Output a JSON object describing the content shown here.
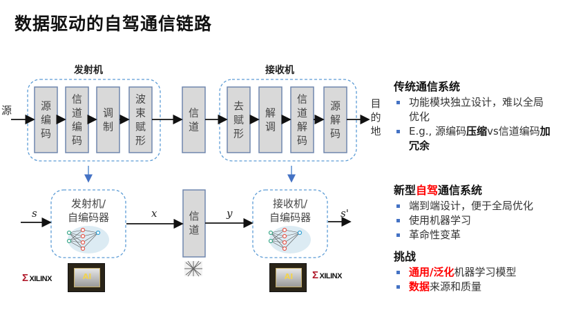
{
  "title": "数据驱动的自驾通信链路",
  "traditional": {
    "transmitter_label": "发射机",
    "receiver_label": "接收机",
    "source": "源",
    "destination": "目的地",
    "tx_blocks": [
      "源编码",
      "信道编码",
      "调制",
      "波束赋形"
    ],
    "channel": "信道",
    "rx_blocks": [
      "去赋形",
      "解调",
      "信道解码",
      "源解码"
    ]
  },
  "autoencoder": {
    "input_symbol": "s",
    "tx_box": [
      "发射机/",
      "自编码器"
    ],
    "tx_output_symbol": "x",
    "channel": "信道",
    "rx_input_symbol": "y",
    "rx_box": [
      "接收机/",
      "自编码器"
    ],
    "output_symbol": "s'",
    "logo_text": "XILINX",
    "chip_text": "AI"
  },
  "panel": {
    "traditional": {
      "heading": "传统通信系统",
      "bullets": [
        {
          "parts": [
            {
              "text": "功能模块独立设计，难以全局优化",
              "style": "normal"
            }
          ]
        },
        {
          "parts": [
            {
              "text": "E.g., 源编码",
              "style": "normal"
            },
            {
              "text": "压缩",
              "style": "bold"
            },
            {
              "text": "vs信道编码",
              "style": "normal"
            },
            {
              "text": "加冗余",
              "style": "bold"
            }
          ]
        }
      ]
    },
    "new": {
      "heading_parts": [
        {
          "text": "新型",
          "style": "normal"
        },
        {
          "text": "自驾",
          "style": "red"
        },
        {
          "text": "通信系统",
          "style": "normal"
        }
      ],
      "bullets": [
        "端到端设计，便于全局优化",
        "使用机器学习",
        "革命性变革"
      ]
    },
    "challenges": {
      "heading": "挑战",
      "bullets": [
        {
          "parts": [
            {
              "text": "通用/泛化",
              "style": "red"
            },
            {
              "text": "机器学习模型",
              "style": "normal"
            }
          ]
        },
        {
          "parts": [
            {
              "text": "数据",
              "style": "red"
            },
            {
              "text": "来源和质量",
              "style": "normal"
            }
          ]
        }
      ]
    }
  },
  "colors": {
    "accent_red": "#ff0000",
    "bullet_blue": "#4472c4",
    "dash_blue": "#5b9bd5",
    "block_fill": "#d9d9d9"
  }
}
